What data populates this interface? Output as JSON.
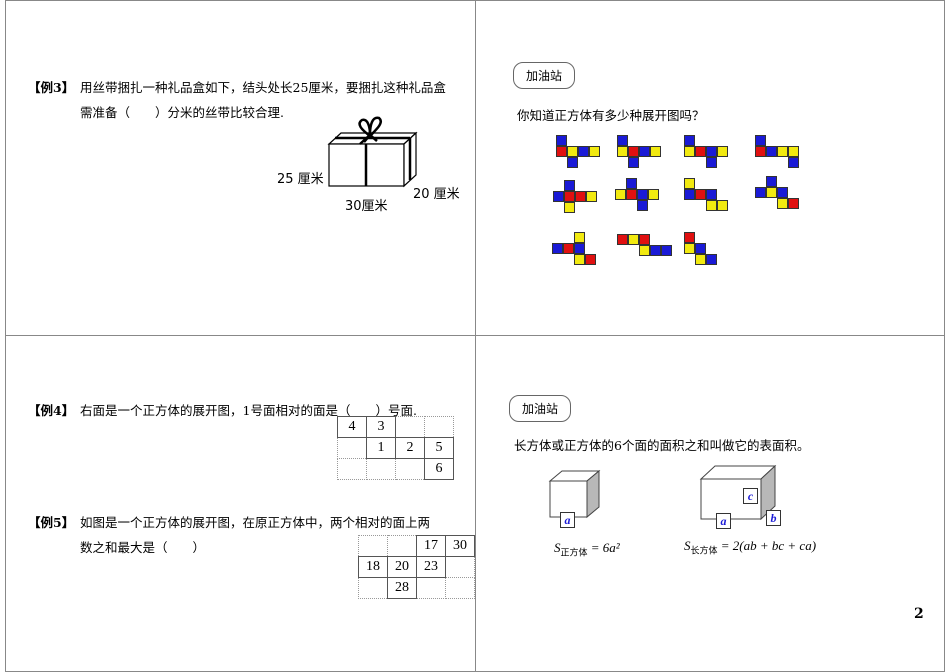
{
  "ex3": {
    "tag": "【例3】",
    "line1": "用丝带捆扎一种礼品盒如下，结头处长25厘米，要捆扎这种礼品盒",
    "line2": "需准备（　　）分米的丝带比较合理.",
    "dim_left": "25 厘米",
    "dim_bottom": "30厘米",
    "dim_right": "20 厘米"
  },
  "station1": {
    "badge": "加油站",
    "question": "你知道正方体有多少种展开图吗？"
  },
  "ex4": {
    "tag": "【例4】",
    "text": "右面是一个正方体的展开图，1号面相对的面是（　　）号面.",
    "grid": [
      [
        "4",
        "3",
        "",
        ""
      ],
      [
        "",
        "1",
        "2",
        "5"
      ],
      [
        "",
        "",
        "",
        "6"
      ]
    ]
  },
  "ex5": {
    "tag": "【例5】",
    "line1": "如图是一个正方体的展开图，在原正方体中，两个相对的面上两",
    "line2": "数之和最大是（　　）",
    "grid": [
      [
        "",
        "",
        "17",
        "30"
      ],
      [
        "18",
        "20",
        "23",
        ""
      ],
      [
        "",
        "28",
        "",
        ""
      ]
    ]
  },
  "station2": {
    "badge": "加油站",
    "definition": "长方体或正方体的6个面的面积之和叫做它的表面积。",
    "cube_label_a": "a",
    "cuboid_label_a": "a",
    "cuboid_label_b": "b",
    "cuboid_label_c": "c",
    "formula_cube_s": "S",
    "formula_cube_sub": "正方体",
    "formula_cube_rhs": " = 6a²",
    "formula_cuboid_s": "S",
    "formula_cuboid_sub": "长方体",
    "formula_cuboid_rhs": " = 2(ab + bc + ca)"
  },
  "page_number": "2",
  "colors": {
    "blue": "#1a1ad6",
    "red": "#e01010",
    "yellow": "#f2ea10"
  }
}
